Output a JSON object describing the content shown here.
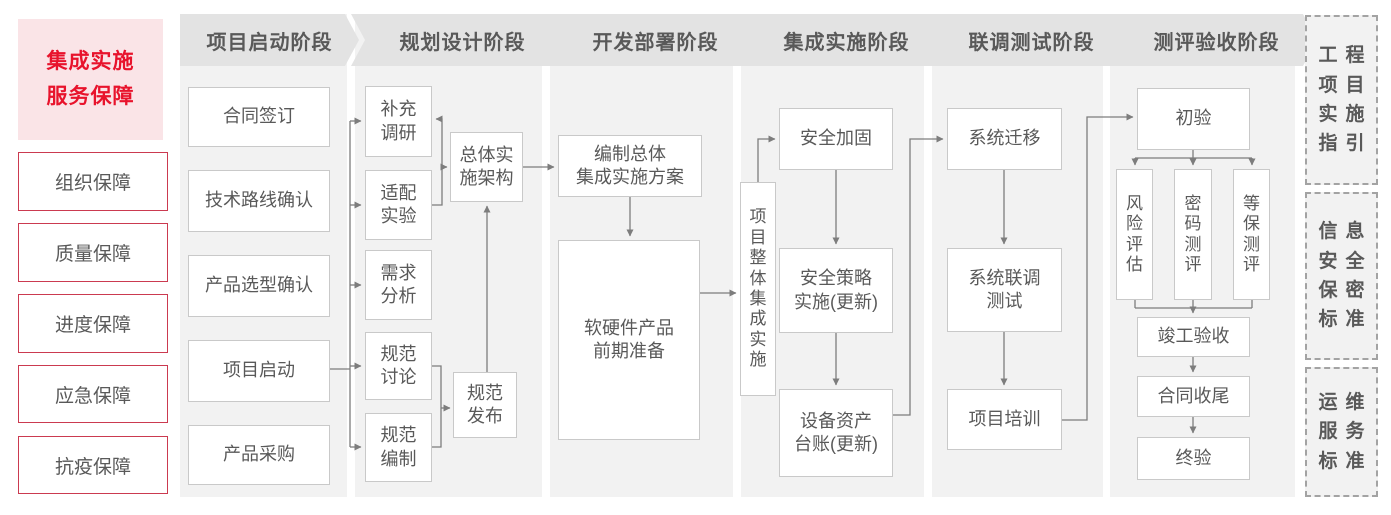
{
  "title": "集成实施\n服务保障",
  "assurances": [
    "组织保障",
    "质量保障",
    "进度保障",
    "应急保障",
    "抗疫保障"
  ],
  "stages": [
    "项目启动阶段",
    "规划设计阶段",
    "开发部署阶段",
    "集成实施阶段",
    "联调测试阶段",
    "测评验收阶段"
  ],
  "nodes": {
    "contract_signing": "合同签订",
    "tech_route_confirmation": "技术路线确认",
    "product_selection_confirmation": "产品选型确认",
    "project_kickoff": "项目启动",
    "product_procurement": "产品采购",
    "supplementary_research": "补充\n调研",
    "adaptation_experiment": "适配\n实验",
    "requirement_analysis": "需求\n分析",
    "spec_discussion": "规范\n讨论",
    "spec_drafting": "规范\n编制",
    "overall_implementation_architecture": "总体实\n施架构",
    "spec_release": "规范\n发布",
    "overall_integration_plan": "编制总体\n集成实施方案",
    "hw_sw_preparation": "软硬件产品\n前期准备",
    "overall_integration_implementation": "项\n目\n整\n体\n集\n成\n实\n施",
    "security_hardening": "安全加固",
    "security_policy_implementation": "安全策略\n实施(更新)",
    "equipment_asset_ledger": "设备资产\n台账(更新)",
    "system_migration": "系统迁移",
    "system_joint_testing": "系统联调\n测试",
    "project_training": "项目培训",
    "preliminary_acceptance": "初验",
    "risk_assessment": "风\n险\n评\n估",
    "crypto_evaluation": "密\n码\n测\n评",
    "mlps_evaluation": "等\n保\n测\n评",
    "completion_acceptance": "竣工验收",
    "contract_closure": "合同收尾",
    "final_acceptance": "终验"
  },
  "standards": [
    "工程\n项目\n实施\n指引",
    "信息\n安全\n保密\n标准",
    "运维\n服务\n标准"
  ],
  "colors": {
    "accent_red": "#cb3a50",
    "title_red": "#e8132c",
    "title_bg": "#fae4e7",
    "column_bg": "#f2f2f2",
    "header_bg": "#e3e3e3",
    "box_border": "#c9c9c9",
    "text_gray": "#595959",
    "line_gray": "#7d7d7d",
    "dashed_border": "#a3a3a3"
  }
}
